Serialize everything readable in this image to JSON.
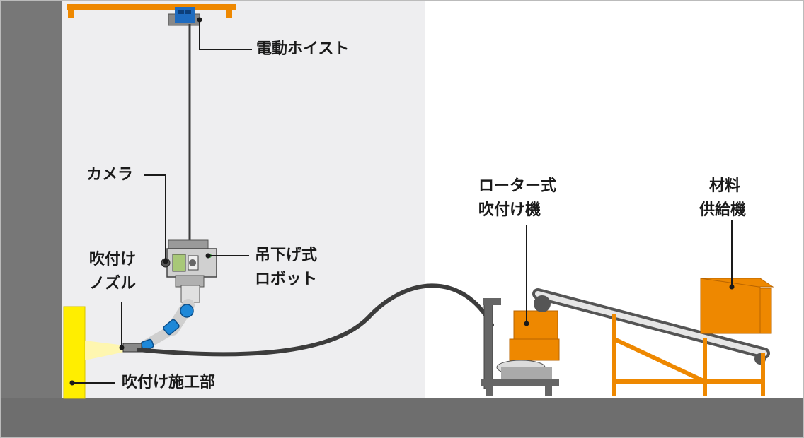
{
  "labels": {
    "hoist": "電動ホイスト",
    "camera": "カメラ",
    "robot_line1": "吊下げ式",
    "robot_line2": "ロボット",
    "nozzle_line1": "吹付け",
    "nozzle_line2": "ノズル",
    "spray_area": "吹付け施工部",
    "rotor_line1": "ローター式",
    "rotor_line2": "吹付け機",
    "supply_line1": "材料",
    "supply_line2": "供給機"
  },
  "colors": {
    "wall": "#777777",
    "tunnel_bg": "#eeeef0",
    "floor": "#6e6e6e",
    "orange": "#ee8800",
    "yellow": "#ffee00",
    "blue": "#1e88d8",
    "hose": "#3c3c3c",
    "leader": "#1a1a1a"
  }
}
